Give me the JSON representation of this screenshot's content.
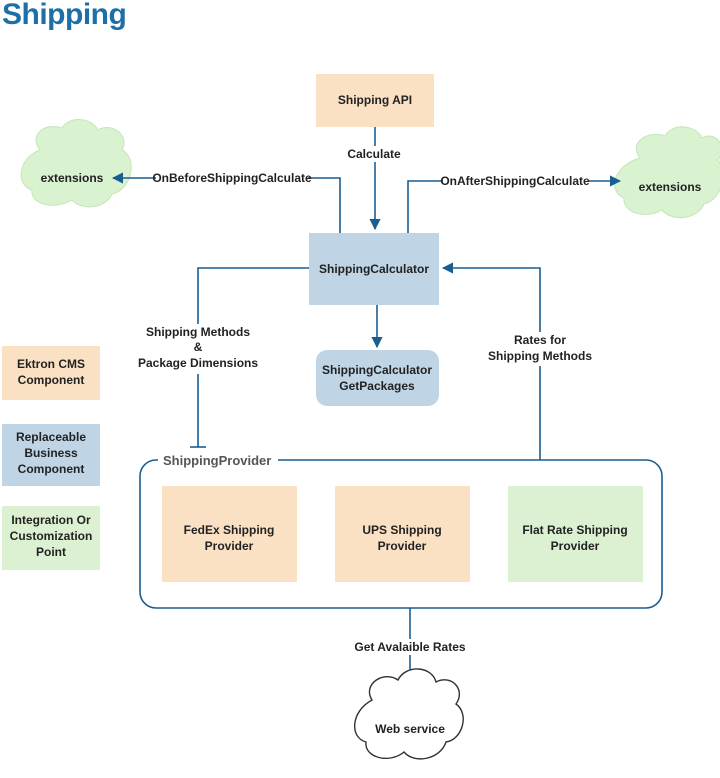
{
  "title": "Shipping",
  "colors": {
    "component": "#fbe1c3",
    "replaceable": "#bfd5e6",
    "integration": "#dcf0d2",
    "cloud": "#d9f2cf",
    "line": "#1a5d91",
    "title": "#1d6fa8"
  },
  "nodes": {
    "shipping_api": "Shipping API",
    "calculator": "ShippingCalculator",
    "get_packages": [
      "ShippingCalculator",
      "GetPackages"
    ],
    "ext_left": "extensions",
    "ext_right": "extensions",
    "provider_group": "ShippingProvider",
    "fedex": [
      "FedEx Shipping",
      "Provider"
    ],
    "ups": [
      "UPS Shipping",
      "Provider"
    ],
    "flat": [
      "Flat Rate Shipping",
      "Provider"
    ],
    "web_service": "Web service"
  },
  "edges": {
    "calculate": "Calculate",
    "before": "OnBeforeShippingCalculate",
    "after": "OnAfterShippingCalculate",
    "methods": [
      "Shipping Methods",
      "&",
      "Package Dimensions"
    ],
    "rates": [
      "Rates for",
      "Shipping Methods"
    ],
    "get_rates": "Get Avalaible Rates"
  },
  "legend": {
    "component": [
      "Ektron CMS",
      "Component"
    ],
    "replaceable": [
      "Replaceable",
      "Business",
      "Component"
    ],
    "integration": [
      "Integration Or",
      "Customization",
      "Point"
    ]
  }
}
